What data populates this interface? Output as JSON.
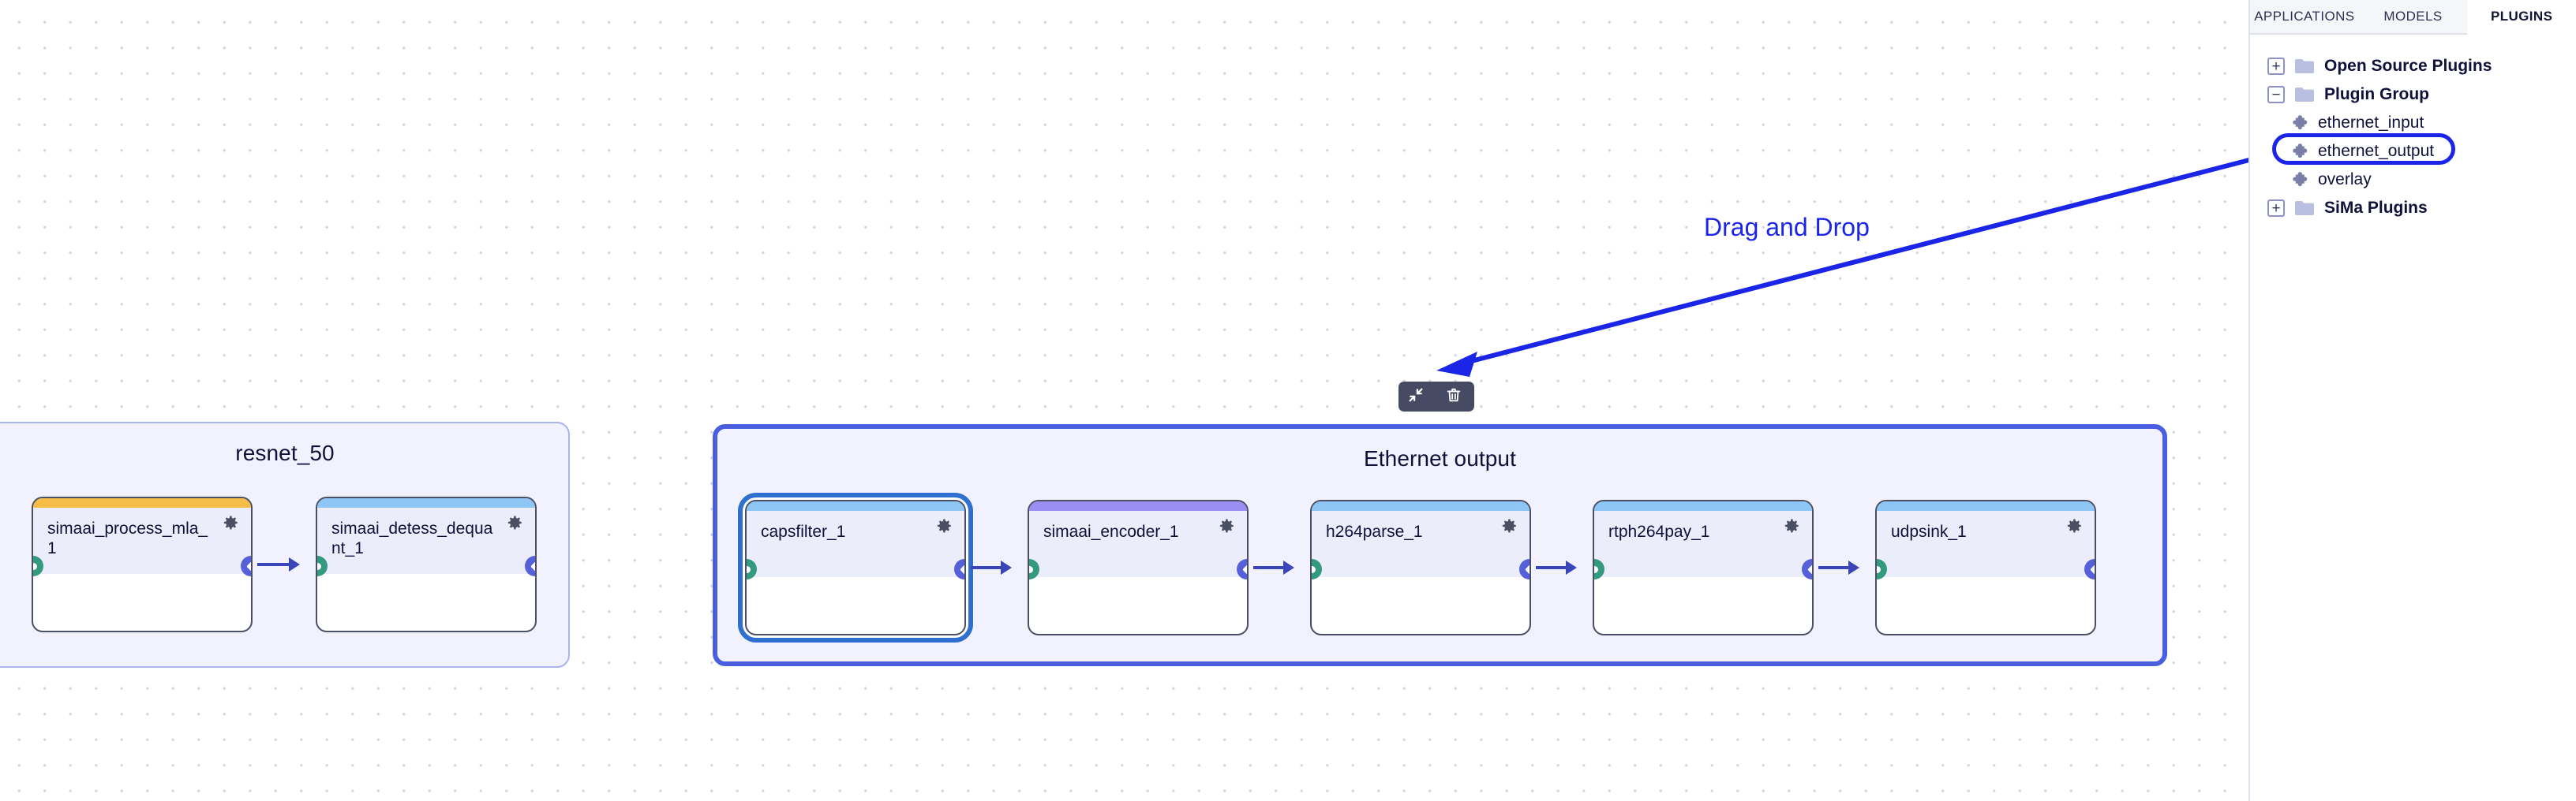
{
  "canvas": {
    "groups": [
      {
        "id": "resnet",
        "title": "resnet_50",
        "selected": false,
        "nodes": [
          {
            "label": "simaai_process_mla_1",
            "top_color": "#f5bd45",
            "selected": false
          },
          {
            "label": "simaai_detess_dequant_1",
            "top_color": "#8dc6f5",
            "selected": false
          }
        ]
      },
      {
        "id": "ethernet",
        "title": "Ethernet output",
        "selected": true,
        "nodes": [
          {
            "label": "capsfilter_1",
            "top_color": "#8dc6f5",
            "selected": true
          },
          {
            "label": "simaai_encoder_1",
            "top_color": "#9b8df2",
            "selected": false
          },
          {
            "label": "h264parse_1",
            "top_color": "#8dc6f5",
            "selected": false
          },
          {
            "label": "rtph264pay_1",
            "top_color": "#8dc6f5",
            "selected": false
          },
          {
            "label": "udpsink_1",
            "top_color": "#8dc6f5",
            "selected": false
          }
        ]
      }
    ],
    "toolbar": {
      "collapse_icon": "collapse-icon",
      "delete_icon": "trash-icon"
    },
    "annotation": {
      "label": "Drag and Drop",
      "color": "#1a25e8"
    }
  },
  "right_panel": {
    "tabs": [
      {
        "label": "APPLICATIONS",
        "active": false
      },
      {
        "label": "MODELS",
        "active": false
      },
      {
        "label": "PLUGINS",
        "active": true
      }
    ],
    "tree": [
      {
        "label": "Open Source Plugins",
        "type": "folder",
        "expander": "+",
        "level": 0,
        "highlighted": false
      },
      {
        "label": "Plugin Group",
        "type": "folder",
        "expander": "−",
        "level": 0,
        "highlighted": false
      },
      {
        "label": "ethernet_input",
        "type": "plugin",
        "level": 1,
        "highlighted": false
      },
      {
        "label": "ethernet_output",
        "type": "plugin",
        "level": 1,
        "highlighted": true
      },
      {
        "label": "overlay",
        "type": "plugin",
        "level": 1,
        "highlighted": false
      },
      {
        "label": "SiMa Plugins",
        "type": "folder",
        "expander": "+",
        "level": 0,
        "highlighted": false
      }
    ]
  },
  "colors": {
    "accent": "#1a25e8",
    "group_selected_border": "#4a5fe0",
    "group_plain_border": "#a9b4ef",
    "group_fill": "#f1f2fd",
    "in_port": "#33997f",
    "out_port": "#5660d9",
    "edge": "#3a46b8"
  }
}
